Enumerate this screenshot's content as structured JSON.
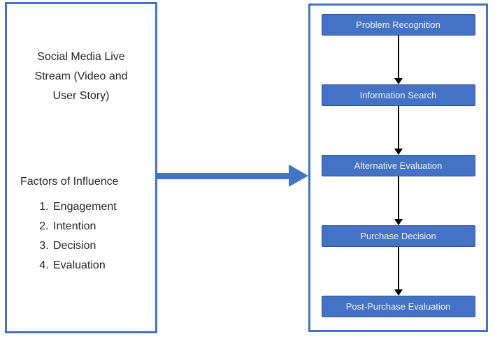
{
  "left_panel": {
    "title": "Social Media Live Stream (Video and User Story)",
    "title_lines": [
      "Social Media Live",
      "Stream (Video and",
      "User Story)"
    ],
    "heading": "Factors of Influence",
    "factors": [
      "Engagement",
      "Intention",
      "Decision",
      "Evaluation"
    ]
  },
  "flow": {
    "steps": [
      "Problem Recognition",
      "Information Search",
      "Alternative Evaluation",
      "Purchase Decision",
      "Post-Purchase Evaluation"
    ]
  },
  "colors": {
    "accent_blue": "#4472C4",
    "step_border_blue": "#2F528F",
    "panel_border_blue": "#4472C4",
    "connector_black": "#000000",
    "text_dark": "#262626",
    "step_text": "#F2F5FB"
  }
}
